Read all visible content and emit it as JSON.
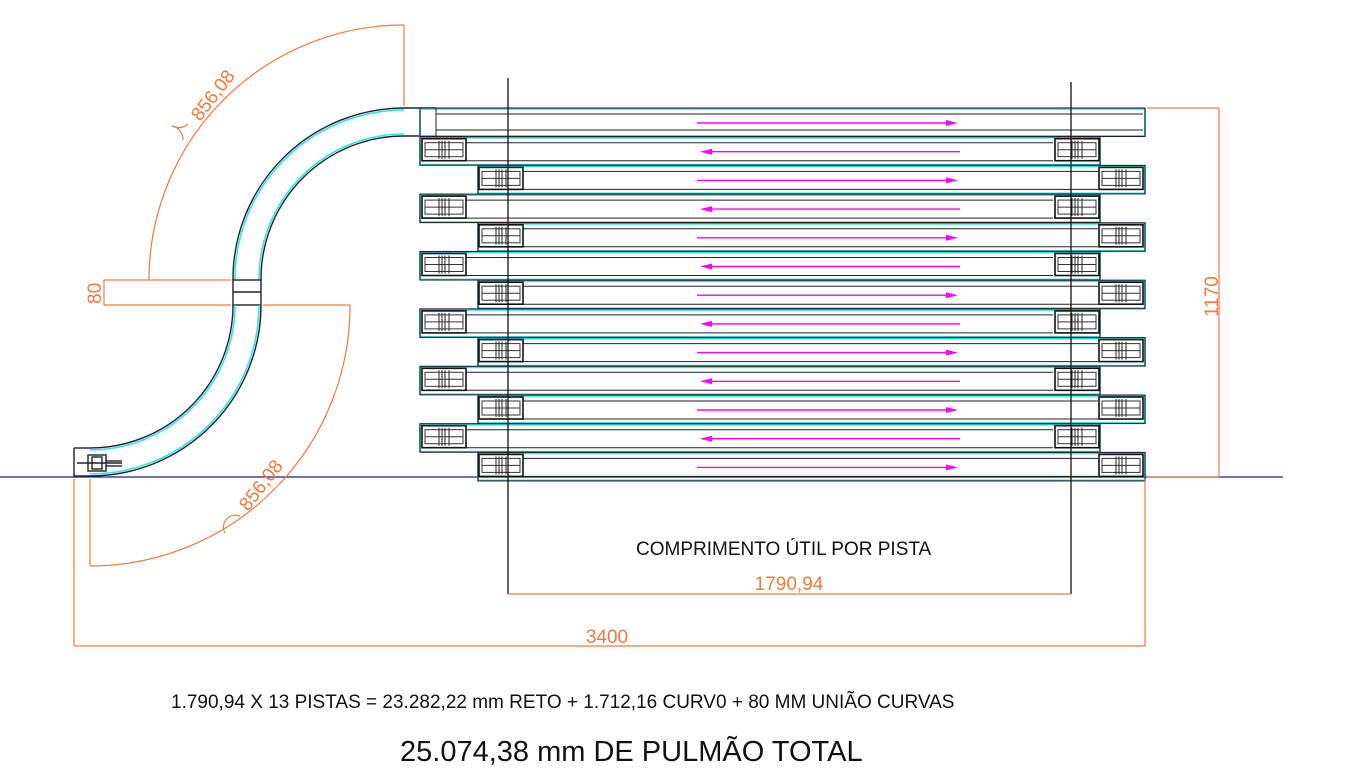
{
  "dimensions": {
    "curve_top": "856,08",
    "curve_bottom": "856,08",
    "union": "80",
    "height": "1170",
    "useful_length": "1790,94",
    "total_width": "3400"
  },
  "labels": {
    "useful_length_caption": "COMPRIMENTO ÚTIL POR PISTA",
    "formula": "1.790,94 X 13 PISTAS = 23.282,22 mm RETO + 1.712,16 CURV0 + 80 MM UNIÃO CURVAS",
    "total": "25.074,38 mm DE PULMÃO TOTAL"
  },
  "lanes": {
    "count": 13,
    "directions": [
      "right",
      "left",
      "right",
      "left",
      "right",
      "left",
      "right",
      "left",
      "right",
      "left",
      "right",
      "left",
      "right"
    ]
  },
  "colors": {
    "dimension": "#f07a3c",
    "arrow": "#ff00ff",
    "edge": "#2fe6f0",
    "ground_line": "#1a1aa0"
  }
}
